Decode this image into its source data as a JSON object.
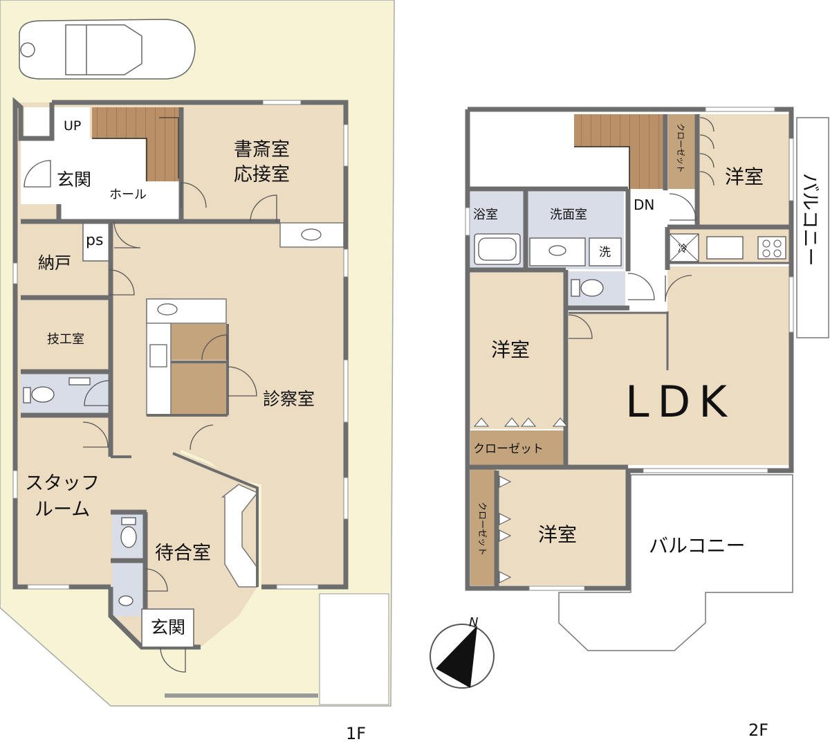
{
  "floor1": {
    "floor_label": "1F",
    "rooms": {
      "stair_up": "UP",
      "entrance_north": "玄関",
      "hall": "ホール",
      "study_line1": "書斎室",
      "study_line2": "応接室",
      "storage": "納戸",
      "ps": "ps",
      "lab": "技工室",
      "exam": "診察室",
      "staff_line1": "スタッフ",
      "staff_line2": "ルーム",
      "waiting": "待合室",
      "entrance_south": "玄関"
    }
  },
  "floor2": {
    "floor_label": "2F",
    "rooms": {
      "stair_down": "DN",
      "closet_ne": "クローゼット",
      "western_ne": "洋室",
      "bath": "浴室",
      "washroom": "洗面室",
      "washer": "洗",
      "fridge": "冷",
      "western_w": "洋室",
      "ldk": "LDK",
      "closet_w": "クローゼット",
      "closet_sw": "クローゼット",
      "western_sw": "洋室",
      "balcony_south": "バルコニー",
      "balcony_east": "バルコニー"
    }
  },
  "compass_label": "N",
  "colors": {
    "room_floor": "#ecdcc2",
    "lot": "#f6f4d4",
    "wet_area": "#d8dde8",
    "stair": "#b98f66",
    "storage_closet": "#c4a47c",
    "wall": "#6d6d6d"
  }
}
